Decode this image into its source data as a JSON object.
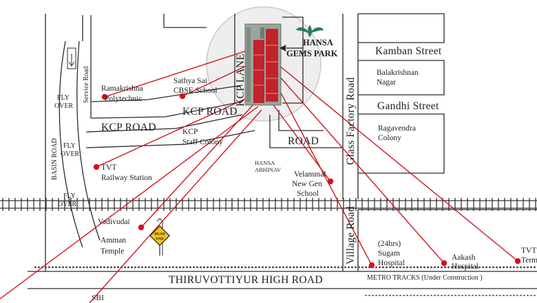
{
  "project": {
    "name_line1": "HANSA",
    "name_line2": "GEMS PARK",
    "accent": "#d0131b",
    "logo_color": "#2c7a67"
  },
  "roads": {
    "kcp_lane": "KCP LANE",
    "kcp_road_upper": "KCP ROAD",
    "kcp_road_lower": "KCP ROAD",
    "road": "ROAD",
    "glass_factory_road": "Glass Factory Road",
    "kamban_street": "Kamban Street",
    "gandhi_street": "Gandhi Street",
    "basin_road": "BASIN ROAD",
    "service_road": "Service Road",
    "village_road": "Village Road",
    "high_road": "THIRUVOTTIYUR HIGH ROAD",
    "metro_tracks": "METRO TRACKS (Under Construction )",
    "fly_over_1": [
      "FLY",
      "OVER"
    ],
    "fly_over_2": [
      "FLY",
      "OVER"
    ],
    "fly_over_3": [
      "FLY",
      "OVER"
    ]
  },
  "areas": {
    "balakrishnan": [
      "Balakrishnan",
      "Nagar"
    ],
    "ragavendra": [
      "Ragavendra",
      "Colony"
    ],
    "kcp_staff": [
      "KCP",
      "Staff Colony"
    ],
    "hansa_abhinav": [
      "HANSA",
      "ABHINAV"
    ]
  },
  "dead_end_sign": [
    "DEAD",
    "END"
  ],
  "landmarks": [
    {
      "id": "ramakrishna",
      "lines": [
        "Ramakrishna",
        "Polytechnic"
      ]
    },
    {
      "id": "sathya-sai",
      "lines": [
        "Sathya Sai",
        "CBSE School"
      ]
    },
    {
      "id": "tvt-railway",
      "lines": [
        "TVT",
        "Railway Station"
      ]
    },
    {
      "id": "velammal",
      "lines": [
        "Velammal",
        "New Gen",
        "School"
      ]
    },
    {
      "id": "vadivudai",
      "lines": [
        "Vadivudai",
        "Amman",
        "Temple"
      ]
    },
    {
      "id": "sugam",
      "lines": [
        "(24hrs)",
        "Sugam",
        "Hospital"
      ]
    },
    {
      "id": "aakash",
      "lines": [
        "Aakash",
        "Hospital"
      ]
    },
    {
      "id": "tvt-terminal",
      "lines": [
        "TVT",
        "Term"
      ]
    },
    {
      "id": "sbi",
      "lines": [
        "SBI"
      ]
    }
  ]
}
